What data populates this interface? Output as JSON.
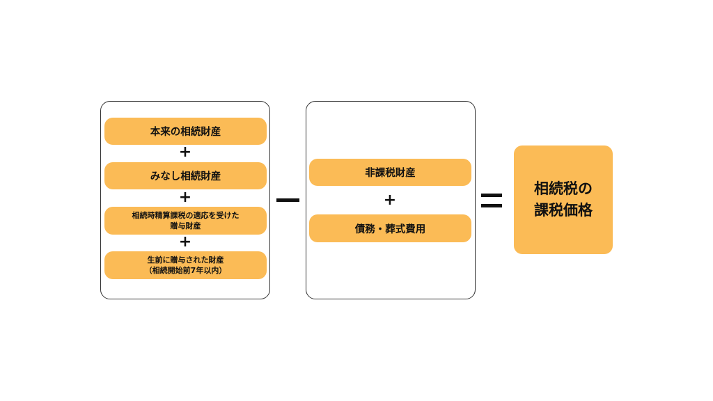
{
  "colors": {
    "pill": "#fbbb56",
    "border": "#333333",
    "text": "#111111"
  },
  "left_panel": {
    "items": [
      {
        "lines": [
          "本来の相続財産"
        ]
      },
      {
        "lines": [
          "みなし相続財産"
        ]
      },
      {
        "lines": [
          "相続時精算課税の適応を受けた",
          "贈与財産"
        ]
      },
      {
        "lines": [
          "生前に贈与された財産",
          "（相続開始前7年以内）"
        ]
      }
    ],
    "plus": "+"
  },
  "middle_panel": {
    "items": [
      {
        "lines": [
          "非課税財産"
        ]
      },
      {
        "lines": [
          "債務・葬式費用"
        ]
      }
    ],
    "plus": "+"
  },
  "operators": {
    "minus": "−",
    "equals": "="
  },
  "result": {
    "lines": [
      "相続税の",
      "課税価格"
    ]
  }
}
